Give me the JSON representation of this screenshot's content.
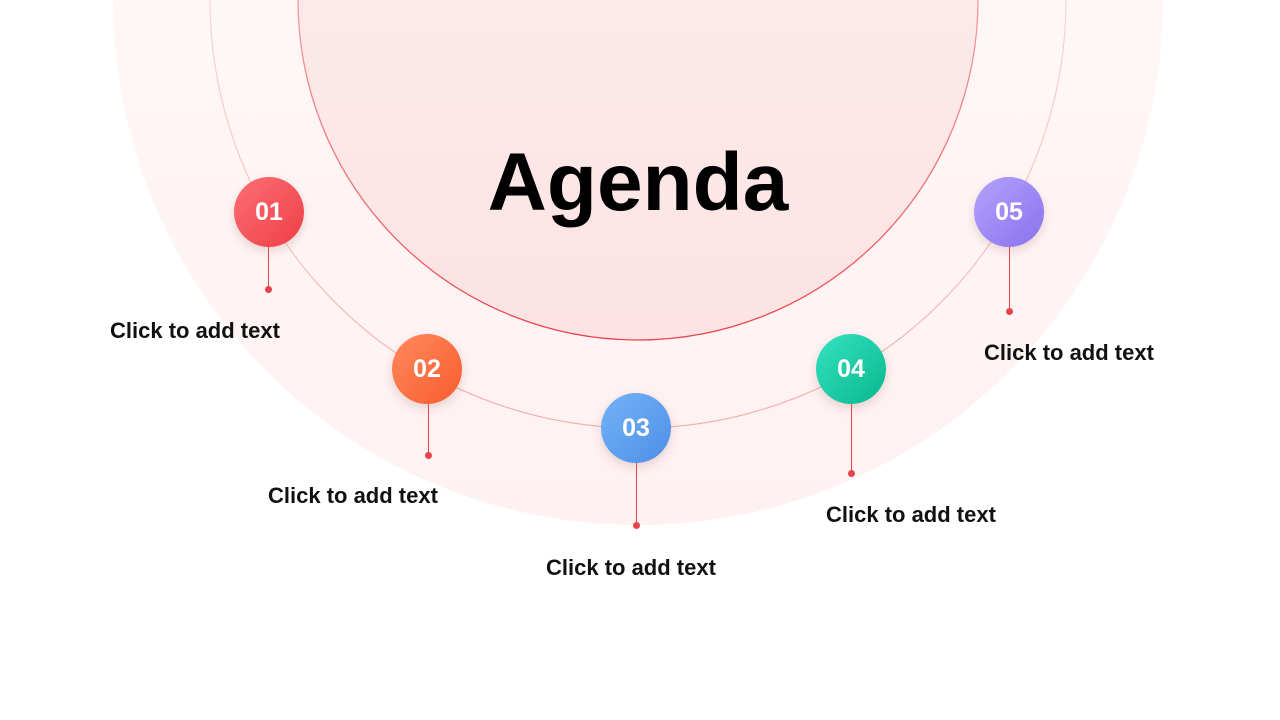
{
  "title": "Agenda",
  "colors": {
    "accent_line": "#e8434b",
    "outer_ring": "#fff3f3",
    "inner_circle": "#fde7e7"
  },
  "items": [
    {
      "number": "01",
      "text": "Click to add text",
      "color": "#f24b53"
    },
    {
      "number": "02",
      "text": "Click to add text",
      "color": "#fb6e3f"
    },
    {
      "number": "03",
      "text": "Click to add text",
      "color": "#5d9ded"
    },
    {
      "number": "04",
      "text": "Click to add text",
      "color": "#14c79f"
    },
    {
      "number": "05",
      "text": "Click to add text",
      "color": "#9a85f3"
    }
  ]
}
